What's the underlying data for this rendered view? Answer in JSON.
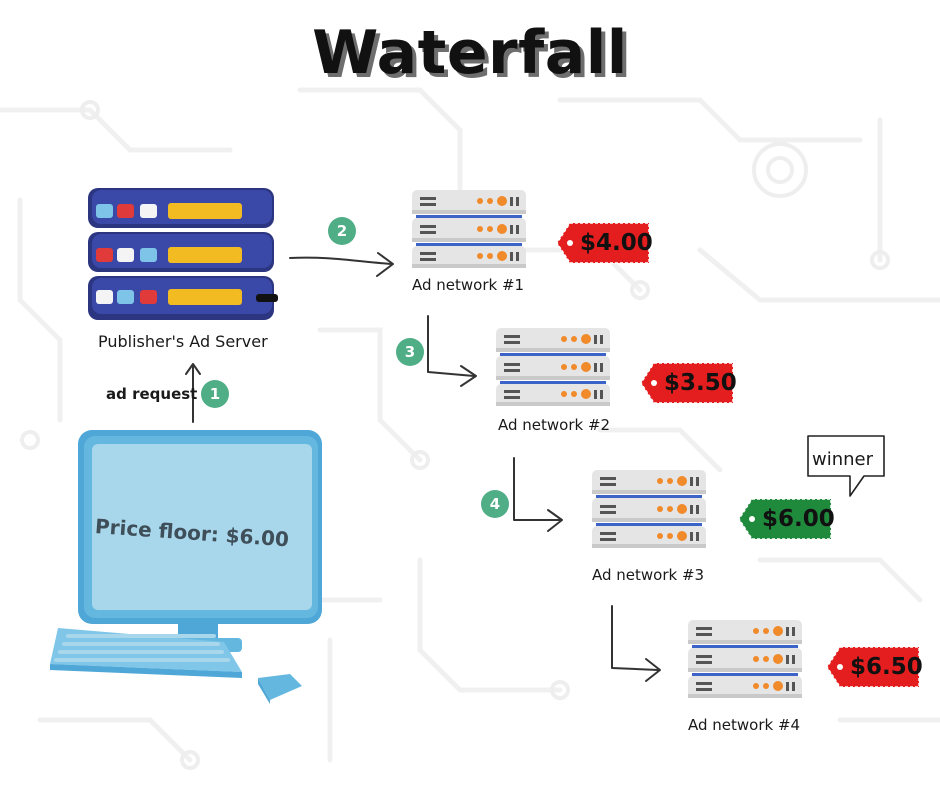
{
  "title": "Waterfall",
  "publisher_label": "Publisher's Ad Server",
  "request_label": "ad request",
  "monitor_text": "Price floor: $6.00",
  "winner_label": "winner",
  "steps": [
    "1",
    "2",
    "3",
    "4"
  ],
  "networks": [
    {
      "label": "Ad network #1",
      "price": "$4.00",
      "tag_color": "#e41e1e"
    },
    {
      "label": "Ad network #2",
      "price": "$3.50",
      "tag_color": "#e41e1e"
    },
    {
      "label": "Ad network #3",
      "price": "$6.00",
      "tag_color": "#1f8a3c"
    },
    {
      "label": "Ad network #4",
      "price": "$6.50",
      "tag_color": "#e41e1e"
    }
  ],
  "colors": {
    "badge": "#4fae86",
    "server_blue": "#2e3a8c",
    "monitor": "#64b8e0",
    "screen": "#a8d6ea"
  }
}
